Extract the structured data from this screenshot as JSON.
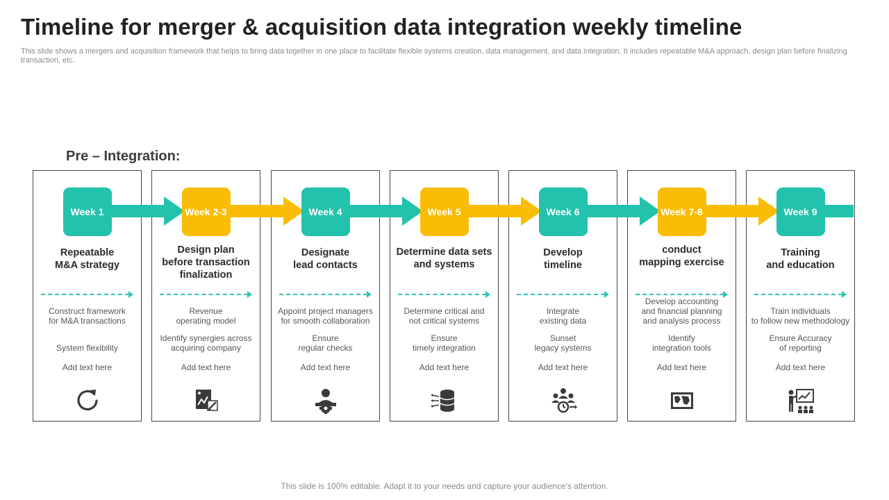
{
  "title": "Timeline for merger & acquisition data integration weekly timeline",
  "subtitle": "This slide shows a mergers and acquisition framework that helps to bring data together in one place to facilitate flexible systems creation, data management, and data integration. It includes repeatable M&A approach, design plan before finalizing transaction, etc.",
  "section_heading": "Pre – Integration:",
  "footer": "This slide is 100% editable. Adapt it to your needs and capture your audience's attention.",
  "colors": {
    "teal": "#23c2ac",
    "yellow": "#fbbc05",
    "border": "#444444"
  },
  "steps": [
    {
      "week": "Week 1",
      "title_lines": [
        "Repeatable",
        "M&A strategy"
      ],
      "bullets": [
        [
          "Construct framework",
          "for M&A  transactions"
        ],
        [
          "System flexibility"
        ],
        [
          "Add text here"
        ]
      ],
      "icon": "refresh-icon"
    },
    {
      "week": "Week 2-3",
      "title_lines": [
        "Design plan",
        "before transaction",
        "finalization"
      ],
      "bullets": [
        [
          "Revenue",
          "operating model"
        ],
        [
          "Identify synergies across",
          "acquiring company"
        ],
        [
          "Add text here"
        ]
      ],
      "icon": "design-plan-icon"
    },
    {
      "week": "Week 4",
      "title_lines": [
        "Designate",
        "lead contacts"
      ],
      "bullets": [
        [
          "Appoint project managers",
          "for smooth collaboration"
        ],
        [
          "Ensure",
          "regular checks"
        ],
        [
          "Add text here"
        ]
      ],
      "icon": "manager-gear-icon"
    },
    {
      "week": "Week 5",
      "title_lines": [
        "Determine data sets",
        "and systems"
      ],
      "bullets": [
        [
          "Determine critical and",
          "not  critical systems"
        ],
        [
          "Ensure",
          "timely integration"
        ],
        [
          "Add text here"
        ]
      ],
      "icon": "database-icon"
    },
    {
      "week": "Week 6",
      "title_lines": [
        "Develop",
        "timeline"
      ],
      "bullets": [
        [
          "Integrate",
          "existing data"
        ],
        [
          "Sunset",
          "legacy systems"
        ],
        [
          "Add text here"
        ]
      ],
      "icon": "team-timeline-icon"
    },
    {
      "week": "Week 7-8",
      "title_lines": [
        "conduct",
        "mapping exercise"
      ],
      "bullets": [
        [
          "Develop accounting",
          "and financial planning",
          "and analysis process"
        ],
        [
          "Identify",
          "integration tools"
        ],
        [
          "Add text here"
        ]
      ],
      "icon": "map-icon"
    },
    {
      "week": "Week 9",
      "title_lines": [
        "Training",
        "and education"
      ],
      "bullets": [
        [
          "Train individuals",
          "to follow new methodology"
        ],
        [
          "Ensure Accuracy",
          "of reporting"
        ],
        [
          "Add text here"
        ]
      ],
      "icon": "presentation-icon"
    }
  ]
}
